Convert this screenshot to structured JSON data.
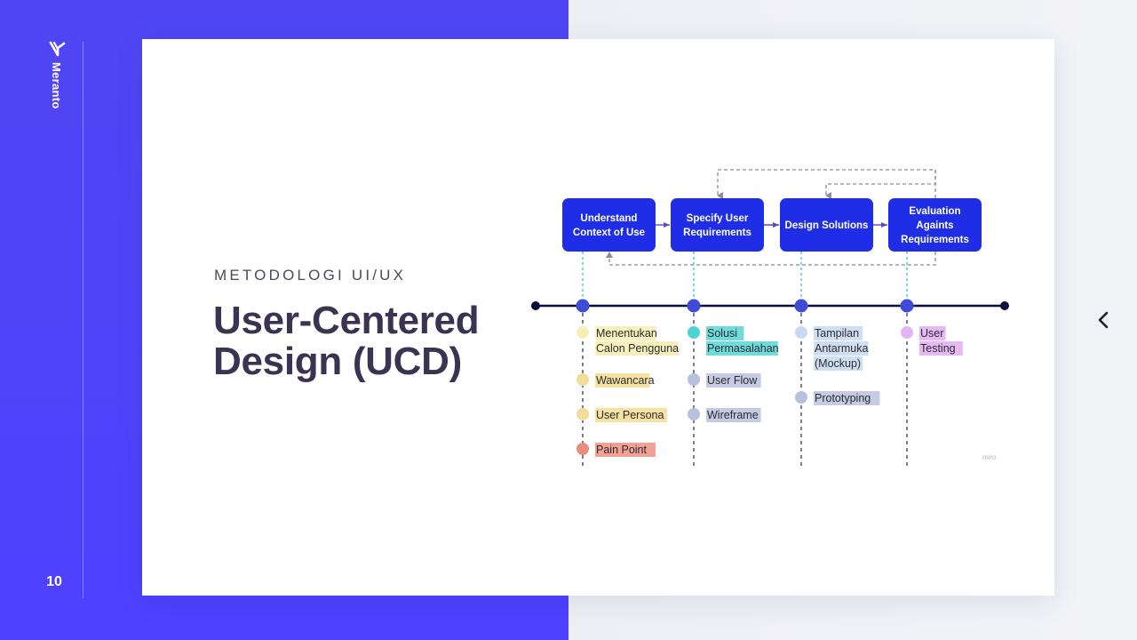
{
  "brand": {
    "name": "Meranto",
    "icon": "meranto-logo-icon"
  },
  "slide": {
    "number": "10",
    "eyebrow": "METODOLOGI UI/UX",
    "title_line1": "User-Centered",
    "title_line2": "Design (UCD)"
  },
  "nav": {
    "icon": "chevron-left-icon"
  },
  "diagram": {
    "watermark": "miro",
    "colors": {
      "box": "#1f2ee6",
      "timeline": "#0d0d3a",
      "node": "#3e4bd6",
      "connector": "#39c4d4",
      "loop": "#8c8c9a"
    },
    "steps": [
      {
        "lines": [
          "Understand",
          "Context of Use"
        ]
      },
      {
        "lines": [
          "Specify User",
          "Requirements"
        ]
      },
      {
        "lines": [
          "Design Solutions"
        ]
      },
      {
        "lines": [
          "Evaluation",
          "Againts",
          "Requirements"
        ]
      }
    ],
    "columns": [
      {
        "items": [
          {
            "lines": [
              "Menentukan",
              "Calon Pengguna"
            ],
            "dot": "#f6efb4",
            "hl": "#f8f0bb"
          },
          {
            "lines": [
              "Wawancara"
            ],
            "dot": "#f2dc9a",
            "hl": "#f5e1a0"
          },
          {
            "lines": [
              "User Persona"
            ],
            "dot": "#f2dc9a",
            "hl": "#f5e1a0"
          },
          {
            "lines": [
              "Pain Point"
            ],
            "dot": "#ea8d7b",
            "hl": "#f2a193"
          }
        ]
      },
      {
        "items": [
          {
            "lines": [
              "Solusi",
              "Permasalahan"
            ],
            "dot": "#4fd2d2",
            "hl": "#6fdcdc"
          },
          {
            "lines": [
              "User Flow"
            ],
            "dot": "#b7c0dd",
            "hl": "#c4cbe3"
          },
          {
            "lines": [
              "Wireframe"
            ],
            "dot": "#b7c0dd",
            "hl": "#c4cbe3"
          }
        ]
      },
      {
        "items": [
          {
            "lines": [
              "Tampilan",
              "Antarmuka",
              "(Mockup)"
            ],
            "dot": "#c9daf0",
            "hl": "#cfdff2"
          },
          {
            "lines": [
              "Prototyping"
            ],
            "dot": "#b7c0dd",
            "hl": "#c4cbe3"
          }
        ]
      },
      {
        "items": [
          {
            "lines": [
              "User",
              "Testing"
            ],
            "dot": "#e3b4f4",
            "hl": "#e6b8f4"
          }
        ]
      }
    ]
  }
}
